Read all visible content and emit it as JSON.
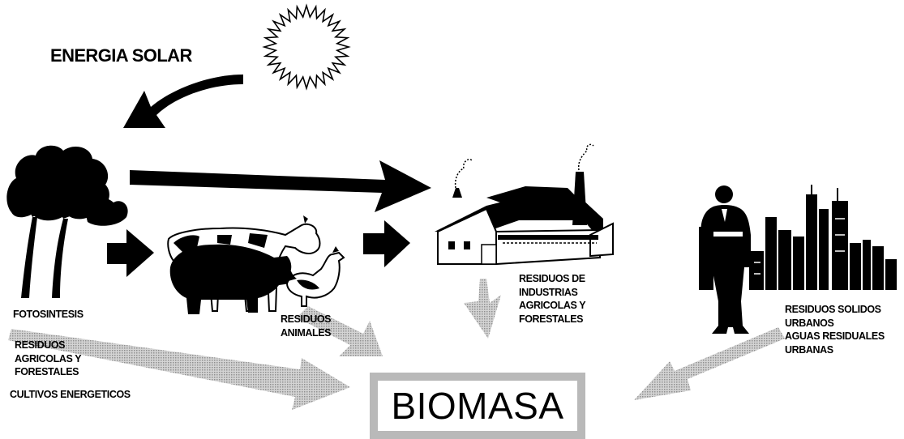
{
  "labels": {
    "energia_solar": "ENERGIA SOLAR",
    "fotosintesis": "FOTOSINTESIS",
    "residuos_agricolas": [
      "RESIDUOS",
      "AGRICOLAS Y",
      "FORESTALES"
    ],
    "cultivos": "CULTIVOS ENERGETICOS",
    "residuos_animales": [
      "RESIDUOS",
      "ANIMALES"
    ],
    "residuos_industrias": [
      "RESIDUOS DE",
      "INDUSTRIAS",
      "AGRICOLAS Y",
      "FORESTALES"
    ],
    "residuos_urbanos": [
      "RESIDUOS SOLIDOS",
      "URBANOS",
      "AGUAS RESIDUALES",
      "URBANAS"
    ]
  },
  "center": {
    "title": "BIOMASA"
  },
  "colors": {
    "ink": "#000000",
    "gray_arrow": "#b9b9b9",
    "background": "#ffffff"
  },
  "icons": [
    "sun-icon",
    "tree-icon",
    "cow-icon",
    "pig-icon",
    "rooster-icon",
    "factory-icon",
    "businessman-icon",
    "city-skyline-icon"
  ]
}
